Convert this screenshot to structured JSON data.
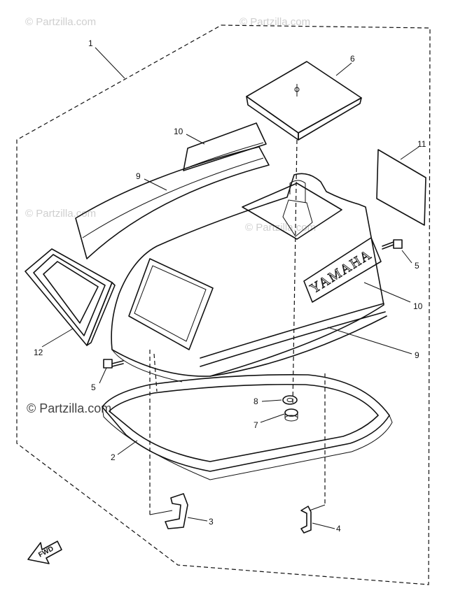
{
  "watermark": {
    "text": "© Partzilla.com",
    "text_main": "© Partzilla.com"
  },
  "brand_on_cowl": "YAMAHA",
  "fwd_label": "FWD",
  "callouts": [
    {
      "id": "c1",
      "label": "1"
    },
    {
      "id": "c6",
      "label": "6"
    },
    {
      "id": "c10a",
      "label": "10"
    },
    {
      "id": "c11",
      "label": "11"
    },
    {
      "id": "c9a",
      "label": "9"
    },
    {
      "id": "c5a",
      "label": "5"
    },
    {
      "id": "c10b",
      "label": "10"
    },
    {
      "id": "c12",
      "label": "12"
    },
    {
      "id": "c9b",
      "label": "9"
    },
    {
      "id": "c5b",
      "label": "5"
    },
    {
      "id": "c8",
      "label": "8"
    },
    {
      "id": "c7",
      "label": "7"
    },
    {
      "id": "c2",
      "label": "2"
    },
    {
      "id": "c3",
      "label": "3"
    },
    {
      "id": "c4",
      "label": "4"
    }
  ]
}
